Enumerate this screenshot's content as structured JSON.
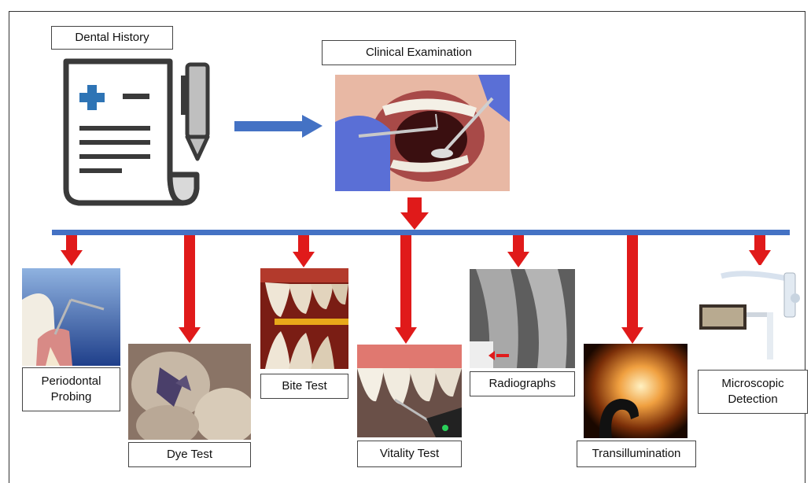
{
  "top": {
    "history": "Dental History",
    "exam": "Clinical Examination"
  },
  "methods": [
    {
      "name": "Periodontal Probing"
    },
    {
      "name": "Dye Test"
    },
    {
      "name": "Bite Test"
    },
    {
      "name": "Vitality Test"
    },
    {
      "name": "Radiographs"
    },
    {
      "name": "Transillumination"
    },
    {
      "name": "Microscopic Detection"
    }
  ],
  "colors": {
    "arrow_red": "#e01a1a",
    "bar_blue": "#4472c4",
    "doc_dark": "#3a3a3a",
    "cross_blue": "#2e74b5"
  },
  "icons": [
    "document-icon",
    "pen-icon",
    "blue-arrow-right"
  ]
}
